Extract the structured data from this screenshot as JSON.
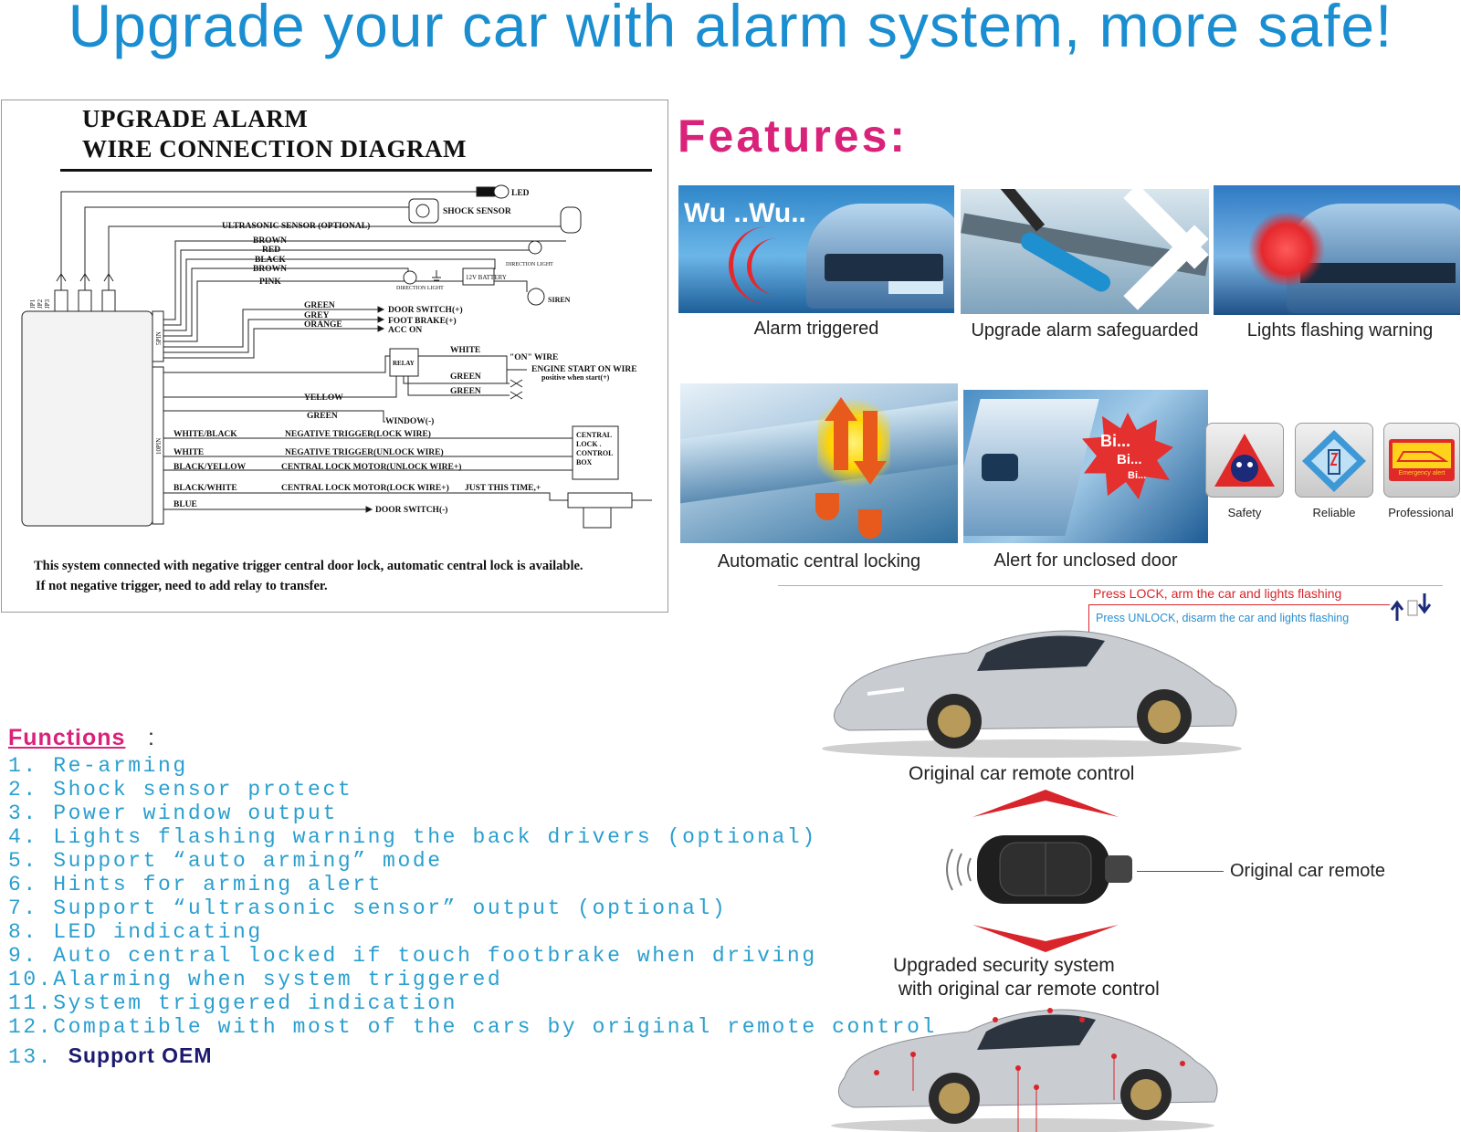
{
  "headline": "Upgrade your car with alarm system, more safe!",
  "diagram": {
    "title_line1": "UPGRADE ALARM",
    "title_line2": "WIRE CONNECTION DIAGRAM",
    "labels": {
      "led": "LED",
      "shock_sensor": "SHOCK  SENSOR",
      "ultrasonic": "ULTRASONIC  SENSOR    (OPTIONAL)",
      "brown1": "BROWN",
      "red": "RED",
      "black": "BLACK",
      "brown2": "BROWN",
      "pink": "PINK",
      "direction_light": "DIRECTION  LIGHT",
      "battery": "12V BATTERY",
      "siren": "SIREN",
      "green1": "GREEN",
      "grey": "GREY",
      "orange": "ORANGE",
      "door_switch_pos": "DOOR SWITCH(+)",
      "foot_brake": "FOOT BRAKE(+)",
      "acc_on": "ACC  ON",
      "relay": "RELAY",
      "white1": "WHITE",
      "on_wire": "\"ON\" WIRE",
      "engine_start": "ENGINE START ON WIRE",
      "positive_start": "positive when start(+)",
      "green2": "GREEN",
      "green3": "GREEN",
      "yellow": "YELLOW",
      "green4": "GREEN",
      "window": "WINDOW(-)",
      "white_black": "WHITE/BLACK",
      "neg_lock": "NEGATIVE TRIGGER(LOCK WIRE)",
      "white2": "WHITE",
      "neg_unlock": "NEGATIVE TRIGGER(UNLOCK WIRE)",
      "black_yellow": "BLACK/YELLOW",
      "motor_unlock": "CENTRAL LOCK MOTOR(UNLOCK WIRE+)",
      "black_white": "BLACK/WHITE",
      "motor_lock": "CENTRAL LOCK MOTOR(LOCK WIRE+)",
      "just_this": "JUST THIS TIME,+",
      "blue": "BLUE",
      "door_switch_neg": "DOOR SWITCH(-)",
      "central_box_1": "CENTRAL",
      "central_box_2": "LOCK .",
      "central_box_3": "CONTROL",
      "central_box_4": "BOX",
      "pin5": "5PIN",
      "pin10": "10PIN",
      "jp1": "JP1",
      "jp2": "JP2",
      "jp3": "JP3"
    },
    "note_line1": "This system connected with negative trigger central door lock, automatic central lock is available.",
    "note_line2": "If not negative trigger, need to add relay to transfer."
  },
  "features": {
    "title": "Features:",
    "tiles": [
      {
        "caption": "Alarm  triggered",
        "overlay": "Wu ..Wu.."
      },
      {
        "caption": "Upgrade alarm safeguarded"
      },
      {
        "caption": "Lights flashing warning"
      },
      {
        "caption": "Automatic central locking"
      },
      {
        "caption": "Alert for unclosed door",
        "overlay1": "Bi...",
        "overlay2": "Bi...",
        "overlay3": "Bi..."
      }
    ],
    "badges": [
      {
        "caption": "Safety"
      },
      {
        "caption": "Reliable"
      },
      {
        "caption": "Professional",
        "sign": "Emergency alert"
      }
    ]
  },
  "functions": {
    "heading": "Functions",
    "colon": ":",
    "items": [
      "1. Re-arming",
      "2. Shock sensor protect",
      "3. Power window output",
      "4. Lights flashing warning the back drivers (optional)",
      "5. Support “auto arming” mode",
      "6. Hints for arming alert",
      "7. Support “ultrasonic sensor” output (optional)",
      "8. LED indicating",
      "9. Auto central locked if touch footbrake when driving",
      "10.Alarming when system triggered",
      "11.System triggered indication",
      "12.Compatible with most of the cars by original remote control"
    ],
    "item13_prefix": "13.",
    "item13_text": "Support OEM"
  },
  "remote": {
    "press_lock": "Press LOCK, arm the car and lights flashing",
    "press_unlock": "Press UNLOCK, disarm the car and lights flashing",
    "original_control": "Original car remote control",
    "original_remote": "Original car remote",
    "upgraded_line1": "Upgraded security system",
    "upgraded_line2": " with original car remote control"
  },
  "colors": {
    "headline_blue": "#1a8ed0",
    "features_pink": "#d9237a",
    "functions_blue": "#2a9fcf",
    "oem_navy": "#1c1a6e",
    "arrow_red": "#d8252b"
  }
}
